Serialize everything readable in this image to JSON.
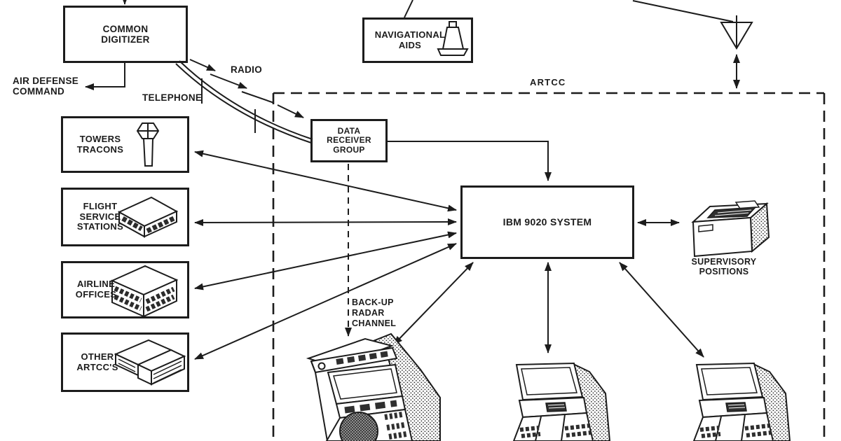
{
  "canvas": {
    "background": "#ffffff",
    "ink": "#1c1c1c"
  },
  "labels": {
    "common_digitizer": "COMMON\nDIGITIZER",
    "air_defense_command": "AIR DEFENSE\nCOMMAND",
    "telephone": "TELEPHONE",
    "radio": "RADIO",
    "navigational_aids": "NAVIGATIONAL\nAIDS",
    "artcc": "ARTCC",
    "towers_tracons": "TOWERS\nTRACONS",
    "flight_service_stations": "FLIGHT\nSERVICE\nSTATIONS",
    "airline_offices": "AIRLINE\nOFFICES",
    "other_artccs": "OTHER\nARTCC'S",
    "data_receiver_group": "DATA\nRECEIVER\nGROUP",
    "ibm_9020_system": "IBM 9020 SYSTEM",
    "backup_radar_channel": "BACK-UP\nRADAR\nCHANNEL",
    "supervisory_positions": "SUPERVISORY\nPOSITIONS"
  },
  "icons": [
    "control-tower-icon",
    "flight-service-station-icon",
    "airline-offices-icon",
    "other-artccs-icon",
    "vor-navaid-icon",
    "antenna-icon",
    "printer-icon",
    "radar-console-icon",
    "display-console-icon"
  ],
  "connections": [
    {
      "from": "off-page-top",
      "to": "COMMON DIGITIZER",
      "style": "arrow"
    },
    {
      "from": "COMMON DIGITIZER",
      "to": "AIR DEFENSE COMMAND",
      "style": "arrow"
    },
    {
      "from": "COMMON DIGITIZER",
      "to": "DATA RECEIVER GROUP",
      "via": "TELEPHONE",
      "style": "double curved line"
    },
    {
      "from": "COMMON DIGITIZER",
      "to": "DATA RECEIVER GROUP",
      "via": "RADIO",
      "style": "lightning arrows"
    },
    {
      "from": "NAVIGATIONAL AIDS",
      "to": "off-page-top",
      "style": "line"
    },
    {
      "from": "antenna",
      "to": "ARTCC boundary",
      "style": "double arrow"
    },
    {
      "from": "DATA RECEIVER GROUP",
      "to": "IBM 9020 SYSTEM",
      "style": "arrow"
    },
    {
      "from": "DATA RECEIVER GROUP",
      "to": "radar display console",
      "via": "BACK-UP RADAR CHANNEL",
      "style": "dashed arrow"
    },
    {
      "from": "TOWERS TRACONS",
      "to": "IBM 9020 SYSTEM",
      "style": "double arrow"
    },
    {
      "from": "FLIGHT SERVICE STATIONS",
      "to": "IBM 9020 SYSTEM",
      "style": "double arrow"
    },
    {
      "from": "AIRLINE OFFICES",
      "to": "IBM 9020 SYSTEM",
      "style": "double arrow"
    },
    {
      "from": "OTHER ARTCC'S",
      "to": "IBM 9020 SYSTEM",
      "style": "double arrow"
    },
    {
      "from": "IBM 9020 SYSTEM",
      "to": "SUPERVISORY POSITIONS",
      "style": "double arrow"
    },
    {
      "from": "IBM 9020 SYSTEM",
      "to": "radar display console",
      "style": "double arrow"
    },
    {
      "from": "IBM 9020 SYSTEM",
      "to": "display console 2",
      "style": "double arrow"
    },
    {
      "from": "IBM 9020 SYSTEM",
      "to": "display console 3",
      "style": "double arrow"
    }
  ]
}
